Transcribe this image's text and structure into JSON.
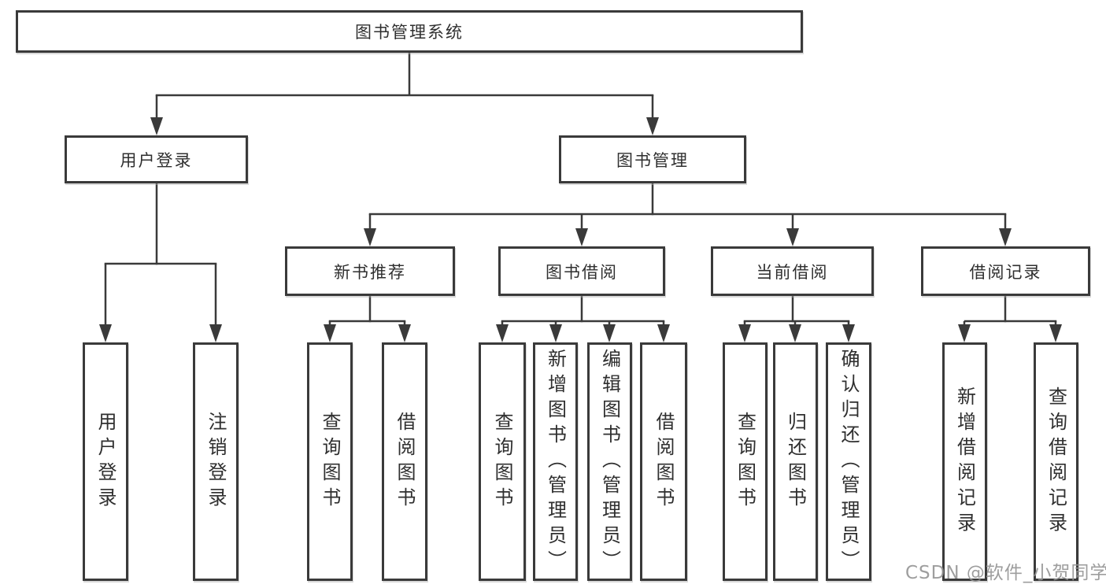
{
  "diagram": {
    "root": {
      "label": "图书管理系统"
    },
    "branches": [
      {
        "label": "用户登录",
        "children": [
          "用户登录",
          "注销登录"
        ]
      },
      {
        "label": "图书管理",
        "groups": [
          {
            "label": "新书推荐",
            "children": [
              "查询图书",
              "借阅图书"
            ]
          },
          {
            "label": "图书借阅",
            "children": [
              "查询图书",
              "新增图书（管理员）",
              "编辑图书（管理员）",
              "借阅图书"
            ]
          },
          {
            "label": "当前借阅",
            "children": [
              "查询图书",
              "归还图书",
              "确认归还（管理员）"
            ]
          },
          {
            "label": "借阅记录",
            "children": [
              "新增借阅记录",
              "查询借阅记录"
            ]
          }
        ]
      }
    ]
  },
  "colors": {
    "line": "#3a3a3a",
    "text": "#2f2f2f",
    "watermark": "#949494",
    "background": "#ffffff"
  },
  "watermark": "CSDN @软件_小贺同学"
}
